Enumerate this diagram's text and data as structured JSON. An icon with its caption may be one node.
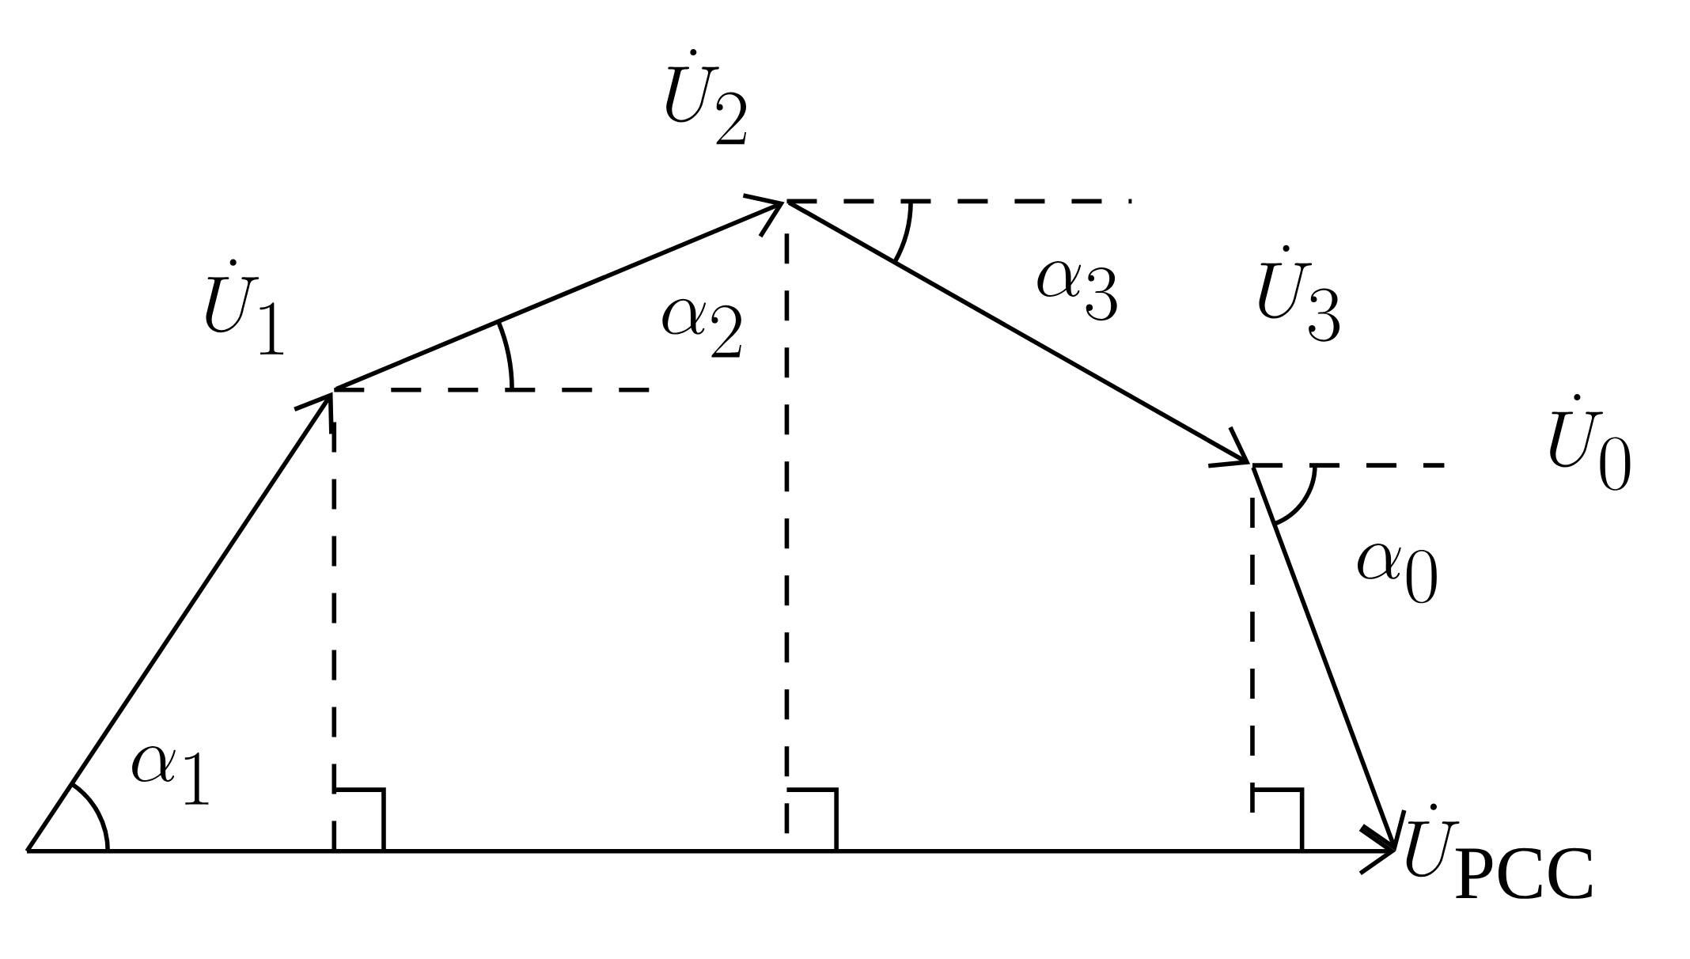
{
  "diagram": {
    "nodes": [
      {
        "text": [
          "\\dot{U}_{1}"
        ]
      },
      {
        "text": [
          "\\dot{U}_{2}"
        ]
      },
      {
        "text": [
          "\\dot{U}_{3}"
        ]
      },
      {
        "text": [
          "\\dot{U}_{\\mathrm{PCC}}"
        ]
      }
    ],
    "edges": [
      {
        "from": null,
        "to": 0,
        "arrow": "to"
      },
      {
        "from": 0,
        "to": 1,
        "arrow": "to"
      },
      {
        "from": 1,
        "to": 2,
        "arrow": "to"
      },
      {
        "from": 2,
        "to": 3,
        "arrow": "to"
      },
      {
        "from": null,
        "to": 3,
        "arrow": "to"
      }
    ],
    "labels": [
      "\\alpha_{1}",
      "\\alpha_{2}",
      "\\alpha_{3}",
      "\\dot{U}_{0}",
      "\\alpha_{0}"
    ]
  }
}
